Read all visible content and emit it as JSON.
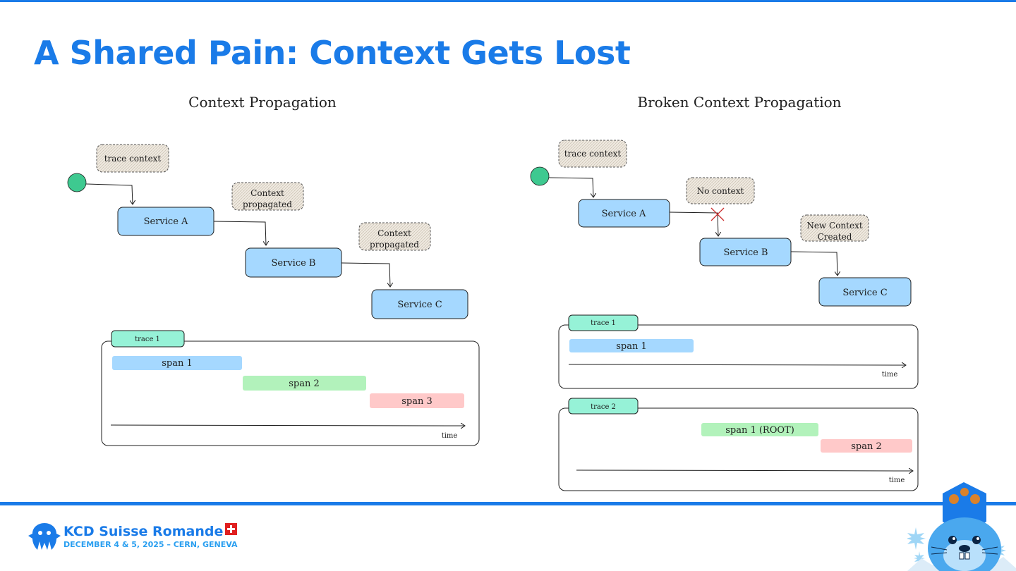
{
  "slide": {
    "title": "A Shared Pain: Context Gets Lost"
  },
  "left": {
    "heading": "Context Propagation",
    "services": [
      "Service A",
      "Service B",
      "Service C"
    ],
    "notes": [
      "trace context",
      "Context propagated",
      "Context propagated"
    ],
    "trace_label": "trace 1",
    "spans": [
      "span 1",
      "span 2",
      "span 3"
    ],
    "time_label": "time"
  },
  "right": {
    "heading": "Broken Context Propagation",
    "services": [
      "Service A",
      "Service B",
      "Service C"
    ],
    "notes": [
      "trace context",
      "No context",
      "New Context Created"
    ],
    "trace1": {
      "label": "trace 1",
      "spans": [
        "span 1"
      ],
      "time_label": "time"
    },
    "trace2": {
      "label": "trace 2",
      "spans": [
        "span 1 (ROOT)",
        "span 2"
      ],
      "time_label": "time"
    }
  },
  "footer": {
    "event_name": "KCD Suisse Romande",
    "event_date": "DECEMBER 4 & 5, 2025 – CERN, GENEVA"
  },
  "colors": {
    "accent": "#1a7be8",
    "service_fill": "#a5d8ff",
    "trace_tab_fill": "#96f2d7",
    "span_blue": "#a5d8ff",
    "span_green": "#b2f2bb",
    "span_red": "#ffc9c9",
    "start_node": "#3ec990",
    "break_mark": "#c92a2a"
  }
}
